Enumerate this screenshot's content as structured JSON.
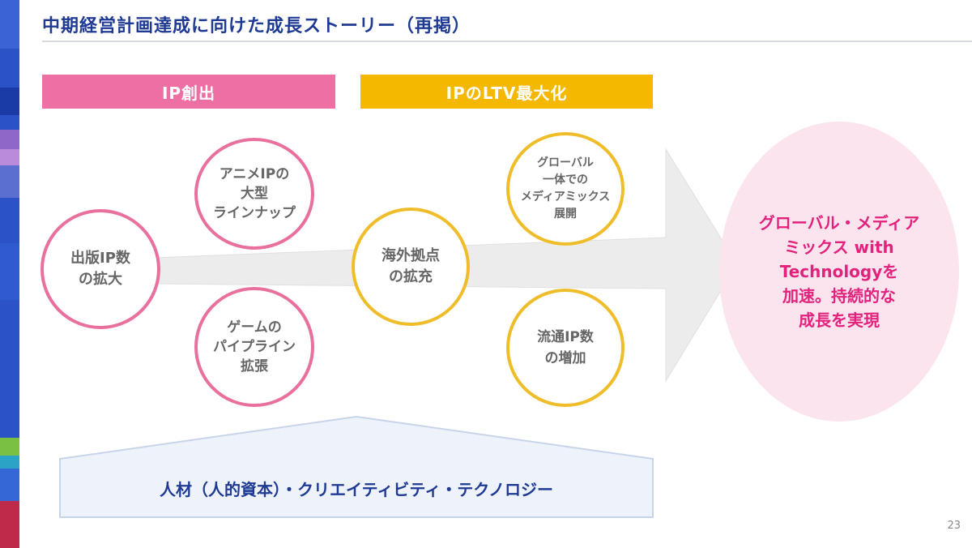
{
  "title": "中期経営計画達成に向けた成長ストーリー（再掲）",
  "phases": {
    "ip_creation": "IP創出",
    "ip_ltv": "IPのLTV最大化"
  },
  "nodes": {
    "publishing": "出版IP数\nの拡大",
    "anime": "アニメIPの\n大型\nラインナップ",
    "game": "ゲームの\nパイプライン\n拡張",
    "overseas": "海外拠点\nの拡充",
    "global_mix": "グローバル\n一体での\nメディアミックス\n展開",
    "distribution": "流通IP数\nの増加"
  },
  "goal": "グローバル・メディア\nミックス with\nTechnologyを\n加速。持続的な\n成長を実現",
  "foundation": "人材（人的資本）・クリエイティビティ・テクノロジー",
  "page_number": "23",
  "colors": {
    "title": "#1f3a93",
    "pink": "#e9709e",
    "gold": "#f0bd2a",
    "goal_text": "#e2227c",
    "goal_fill": "#fbe4ee"
  }
}
